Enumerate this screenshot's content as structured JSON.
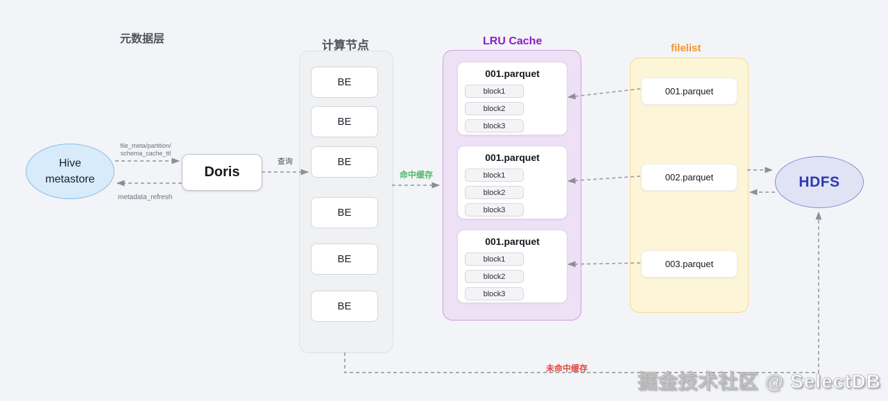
{
  "sections": {
    "metadata_layer": {
      "title": "元数据层"
    },
    "compute": {
      "title": "计算节点",
      "nodes": [
        "BE",
        "BE",
        "BE",
        "BE",
        "BE",
        "BE"
      ]
    },
    "lru_cache": {
      "title": "LRU Cache",
      "cards": [
        {
          "title": "001.parquet",
          "blocks": [
            "block1",
            "block2",
            "block3"
          ]
        },
        {
          "title": "001.parquet",
          "blocks": [
            "block1",
            "block2",
            "block3"
          ]
        },
        {
          "title": "001.parquet",
          "blocks": [
            "block1",
            "block2",
            "block3"
          ]
        }
      ]
    },
    "filelist": {
      "title": "filelist",
      "files": [
        "001.parquet",
        "002.parquet",
        "003.parquet"
      ]
    },
    "hive": {
      "line1": "Hive",
      "line2": "metastore"
    },
    "doris": {
      "label": "Doris"
    },
    "hdfs": {
      "label": "HDFS"
    }
  },
  "edges": {
    "file_meta_label_line1": "file_meta/partition/",
    "file_meta_label_line2": "schema_cache_ttl",
    "metadata_refresh_label": "metadata_refresh",
    "query_label": "查询",
    "cache_hit_label": "命中缓存",
    "cache_miss_label": "未命中缓存"
  },
  "watermark": "掘金技术社区 @ SelectDB",
  "colors": {
    "background": "#f3f4f8",
    "lru_title": "#8a1fc2",
    "lru_fill": "#eee0f5",
    "lru_border": "#c9a0d9",
    "filelist_title": "#f2942d",
    "filelist_fill": "#fdf5d8",
    "filelist_border": "#f5d88d",
    "hive_fill": "#d8ebfa",
    "hive_border": "#82bce8",
    "hdfs_fill": "#e0e3f4",
    "hdfs_border": "#848dcf",
    "hdfs_text": "#2c39b0",
    "cache_hit_green": "#53b96a",
    "cache_miss_red": "#e0483f",
    "arrow_gray": "#9aa0a7"
  }
}
